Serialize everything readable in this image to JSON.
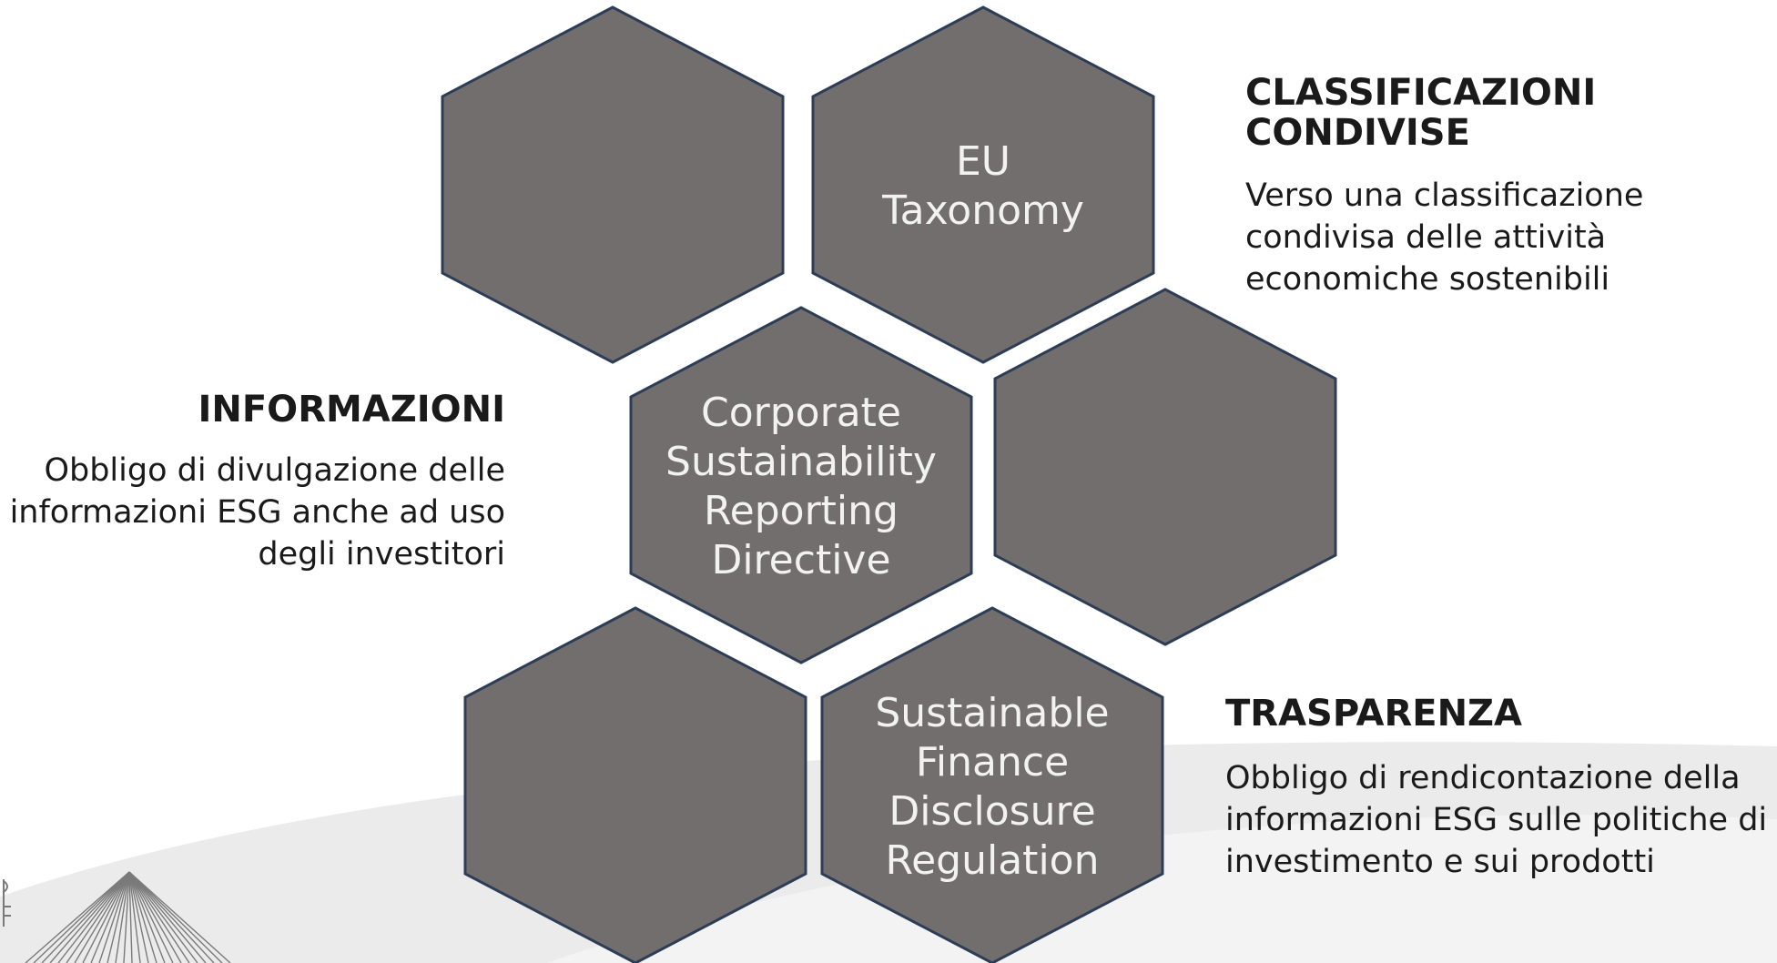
{
  "colors": {
    "hex_fill": "#726e6d",
    "hex_stroke": "#2e3d56",
    "hex_text": "#f2f2f2",
    "background_swoosh": "#e6e6e6",
    "side_text": "#1a1a1a"
  },
  "hexagons": [
    {
      "id": "top-left",
      "lines": []
    },
    {
      "id": "eu-taxonomy",
      "lines": [
        "EU",
        "Taxonomy"
      ]
    },
    {
      "id": "csrd",
      "lines": [
        "Corporate",
        "Sustainability",
        "Reporting",
        "Directive"
      ]
    },
    {
      "id": "middle-right",
      "lines": []
    },
    {
      "id": "bottom-left",
      "lines": []
    },
    {
      "id": "sfdr",
      "lines": [
        "Sustainable",
        "Finance",
        "Disclosure",
        "Regulation"
      ]
    }
  ],
  "sections": {
    "classificazioni": {
      "title": "CLASSIFICAZIONI\nCONDIVISE",
      "text": "Verso una classificazione\ncondivisa delle attività\neconomiche sostenibili"
    },
    "informazioni": {
      "title": "INFORMAZIONI",
      "text": "Obbligo di divulgazione delle\ninformazioni ESG anche ad uso\ndegli investitori"
    },
    "trasparenza": {
      "title": "TRASPARENZA",
      "text": "Obbligo di rendicontazione della\ninformazioni ESG sulle politiche di\ninvestimento e sui prodotti"
    }
  },
  "logo": {
    "icon": "bridge-logo-icon"
  }
}
